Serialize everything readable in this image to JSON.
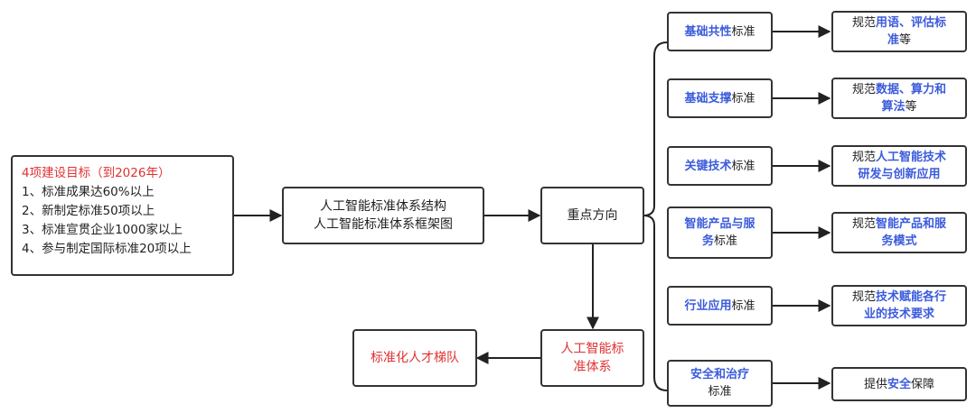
{
  "goals": {
    "title": "4项建设目标（到2026年）",
    "items": [
      "1、标准成果达60%以上",
      "2、新制定标准50项以上",
      "3、标准宣贯企业1000家以上",
      "4、参与制定国际标准20项以上"
    ]
  },
  "structure": {
    "line1": "人工智能标准体系结构",
    "line2": "人工智能标准体系框架图"
  },
  "focus": "重点方向",
  "ai_standard_system": {
    "line1": "人工智能标",
    "line2": "准体系"
  },
  "talent": "标准化人才梯队",
  "categories": [
    {
      "hl": "基础共性",
      "plain": "标准"
    },
    {
      "hl": "基础支撑",
      "plain": "标准"
    },
    {
      "hl": "关键技术",
      "plain": "标准"
    },
    {
      "hl1": "智能产品与服",
      "hl2": "务",
      "plain": "标准"
    },
    {
      "hl": "行业应用",
      "plain": "标准"
    },
    {
      "hl": "安全和治疗",
      "plain": "标准"
    }
  ],
  "descriptions": [
    {
      "p1": "规范",
      "h1": "用语、评估标",
      "h2": "准",
      "p2": "等"
    },
    {
      "p1": "规范",
      "h1": "数据、算力和",
      "h2": "算法",
      "p2": "等"
    },
    {
      "p1": "规范",
      "h1": "人工智能技术",
      "h2": "研发与创新应用"
    },
    {
      "p1": "规范",
      "h1": "智能产品和服",
      "h2": "务模式"
    },
    {
      "p1": "规范",
      "h1": "技术赋能各行",
      "h2": "业的技术要求"
    },
    {
      "p1": "提供",
      "h1": "安全",
      "p2": "保障"
    }
  ]
}
